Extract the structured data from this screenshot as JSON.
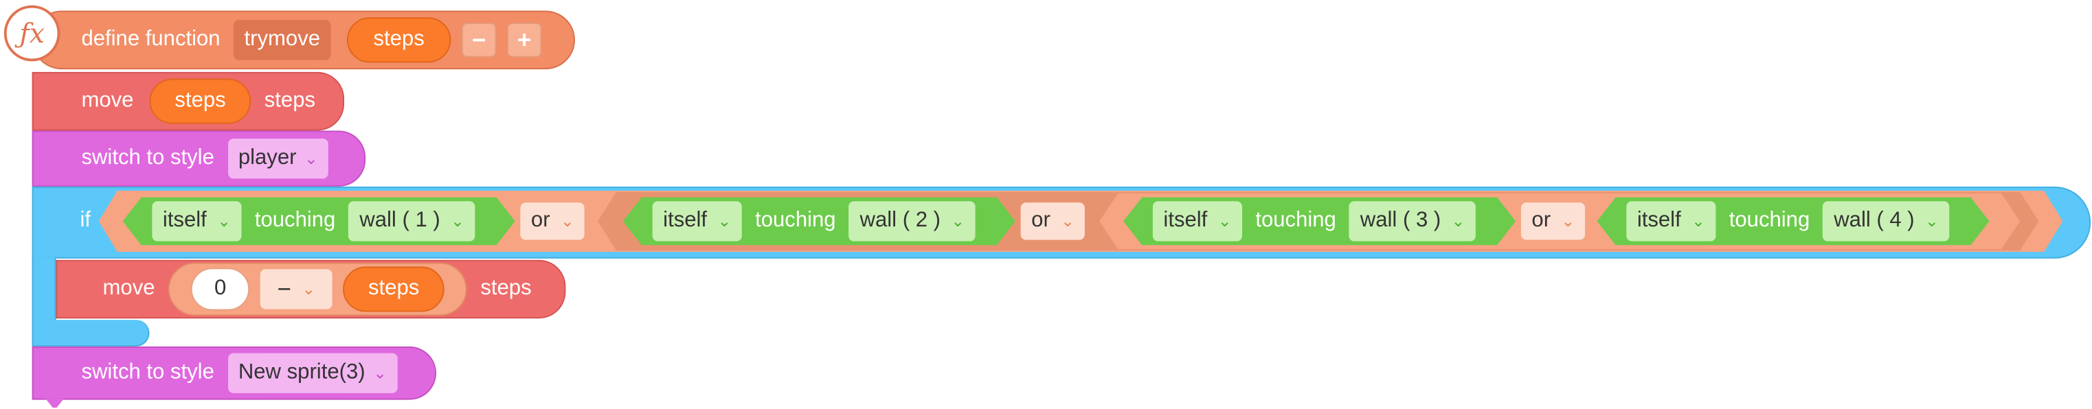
{
  "define": {
    "label": "define function",
    "name": "trymove",
    "param": "steps",
    "minus": "−",
    "plus": "+"
  },
  "move1": {
    "label": "move",
    "value": "steps",
    "unit": "steps"
  },
  "look1": {
    "label": "switch to style",
    "value": "player",
    "arrow": "⌄"
  },
  "if_block": {
    "label": "if",
    "conditions": [
      {
        "subject": "itself",
        "verb": "touching",
        "target": "wall ( 1 )"
      },
      {
        "subject": "itself",
        "verb": "touching",
        "target": "wall ( 2 )"
      },
      {
        "subject": "itself",
        "verb": "touching",
        "target": "wall ( 3 )"
      },
      {
        "subject": "itself",
        "verb": "touching",
        "target": "wall ( 4 )"
      }
    ],
    "or_label": "or"
  },
  "move2": {
    "label": "move",
    "num": "0",
    "op": "−",
    "value": "steps",
    "unit": "steps"
  },
  "look2": {
    "label": "switch to style",
    "value": "New sprite(3)"
  },
  "icons": {
    "fx": "fx-icon",
    "arrow": "chevron-down-icon"
  },
  "colors": {
    "func": "#f28d66",
    "motion": "#ee6b6b",
    "looks": "#e068df",
    "control": "#5cc8f9",
    "sensing": "#6ccb4b",
    "operator": "#f6a482",
    "param": "#fb7b2a"
  }
}
